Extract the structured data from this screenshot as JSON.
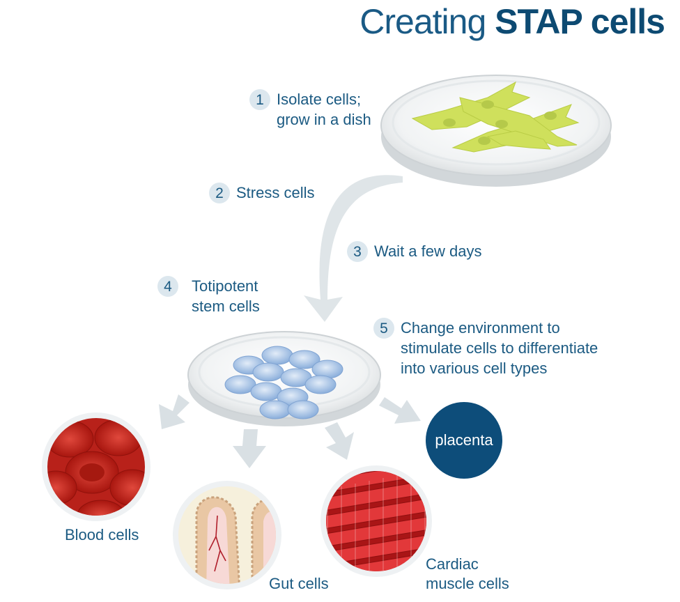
{
  "title": {
    "light": "Creating ",
    "bold": "STAP cells"
  },
  "steps": [
    {
      "number": "1",
      "label": "Isolate cells;\ngrow in a dish"
    },
    {
      "number": "2",
      "label": "Stress cells"
    },
    {
      "number": "3",
      "label": "Wait a few days"
    },
    {
      "number": "4",
      "label": "Totipotent\nstem cells"
    },
    {
      "number": "5",
      "label": "Change environment to\nstimulate cells to differentiate\ninto various cell types"
    }
  ],
  "outcomes": {
    "blood": "Blood cells",
    "gut": "Gut cells",
    "cardiac": "Cardiac\nmuscle cells",
    "placenta": "placenta"
  },
  "colors": {
    "text": "#1b5a82",
    "badge": "#dce7ee",
    "arrow": "#d9e0e4",
    "placenta": "#0d4d7a",
    "fibroblast": "#cddf5a",
    "stem_cell": "#9fbde4",
    "blood": "#c9261d",
    "cardiac": "#d8262a",
    "gut": "#e7c9a8"
  }
}
